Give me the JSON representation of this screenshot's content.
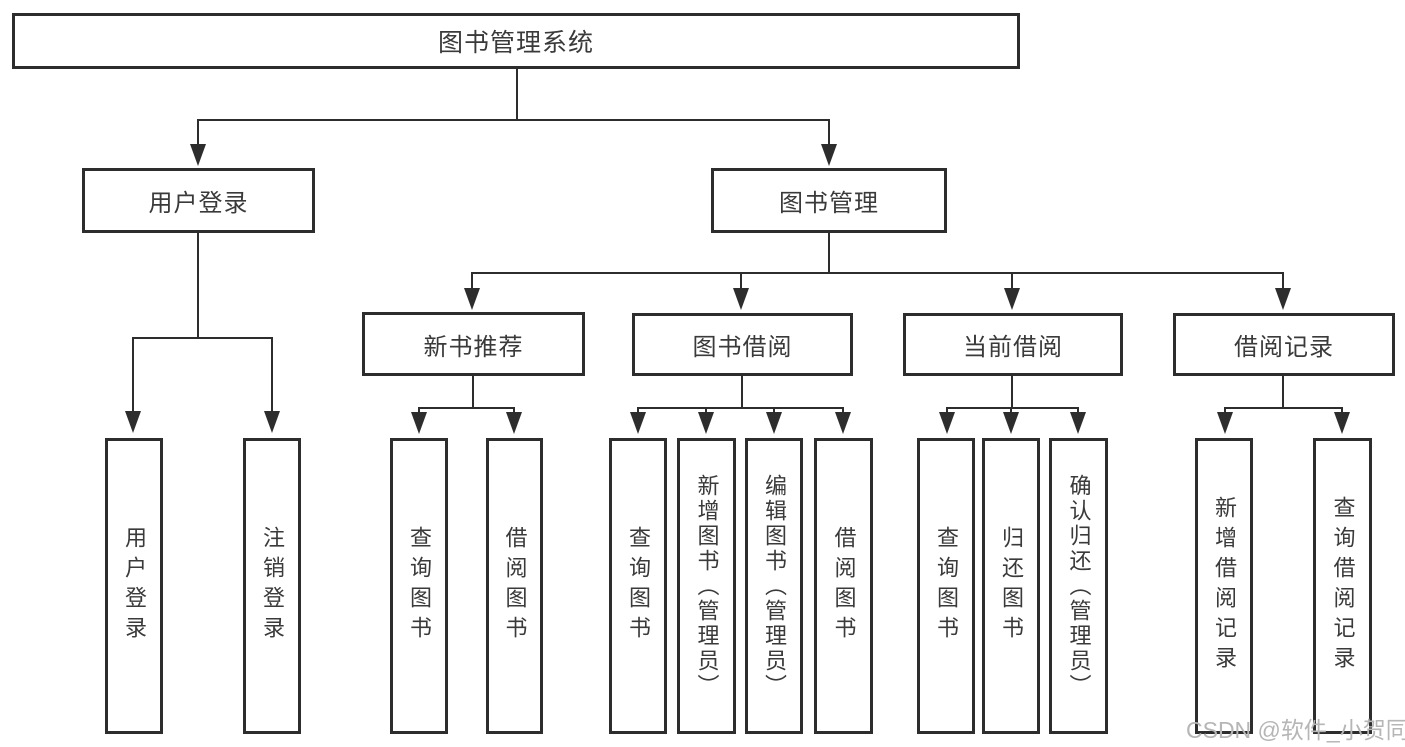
{
  "tree": {
    "label": "图书管理系统",
    "children": [
      {
        "label": "用户登录",
        "children": [
          {
            "label": "用户登录"
          },
          {
            "label": "注销登录"
          }
        ]
      },
      {
        "label": "图书管理",
        "children": [
          {
            "label": "新书推荐",
            "children": [
              {
                "label": "查询图书"
              },
              {
                "label": "借阅图书"
              }
            ]
          },
          {
            "label": "图书借阅",
            "children": [
              {
                "label": "查询图书"
              },
              {
                "label": "新增图书（管理员）"
              },
              {
                "label": "编辑图书（管理员）"
              },
              {
                "label": "借阅图书"
              }
            ]
          },
          {
            "label": "当前借阅",
            "children": [
              {
                "label": "查询图书"
              },
              {
                "label": "归还图书"
              },
              {
                "label": "确认归还（管理员）"
              }
            ]
          },
          {
            "label": "借阅记录",
            "children": [
              {
                "label": "新增借阅记录"
              },
              {
                "label": "查询借阅记录"
              }
            ]
          }
        ]
      }
    ]
  },
  "watermark": {
    "text": "CSDN @软件_小贺同学"
  },
  "colors": {
    "line": "#2d2d2d",
    "text": "#3a3a3a",
    "background": "#ffffff",
    "watermark": "#b6b6b6"
  }
}
